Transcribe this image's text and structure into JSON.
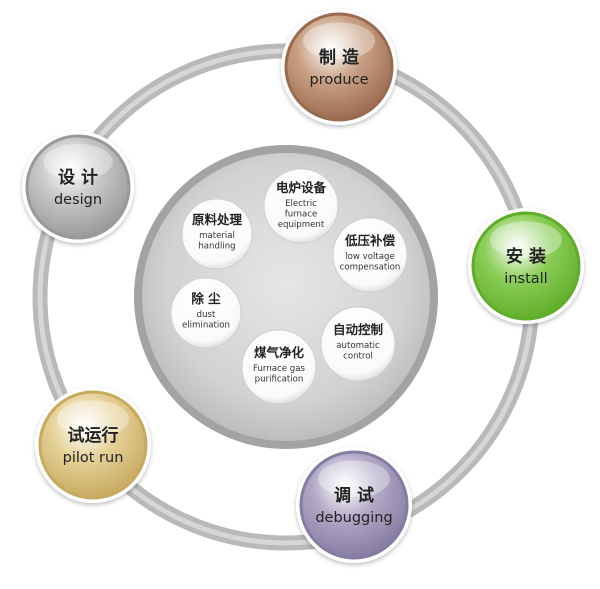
{
  "stages": [
    {
      "cn": "制 造",
      "en": "produce",
      "color": "#c9a085",
      "rim": "#9a6a50"
    },
    {
      "cn": "安 装",
      "en": "install",
      "color": "#8ccd58",
      "rim": "#5fae2a"
    },
    {
      "cn": "调 试",
      "en": "debugging",
      "color": "#b1a8c6",
      "rim": "#857ba1"
    },
    {
      "cn": "试运行",
      "en": "pilot run",
      "color": "#e5d199",
      "rim": "#c7a95e"
    },
    {
      "cn": "设 计",
      "en": "design",
      "color": "#c6c6c6",
      "rim": "#999999"
    }
  ],
  "products": [
    {
      "cn": "电炉设备",
      "en": [
        "Electric",
        "furnace",
        "equipment"
      ]
    },
    {
      "cn": "低压补偿",
      "en": [
        "low voltage",
        "compensation"
      ]
    },
    {
      "cn": "自动控制",
      "en": [
        "automatic",
        "control"
      ]
    },
    {
      "cn": "煤气净化",
      "en": [
        "Furnace gas",
        "purification"
      ]
    },
    {
      "cn": "除 尘",
      "en": [
        "dust",
        "elimination"
      ]
    },
    {
      "cn": "原料处理",
      "en": [
        "material",
        "handling"
      ]
    }
  ]
}
